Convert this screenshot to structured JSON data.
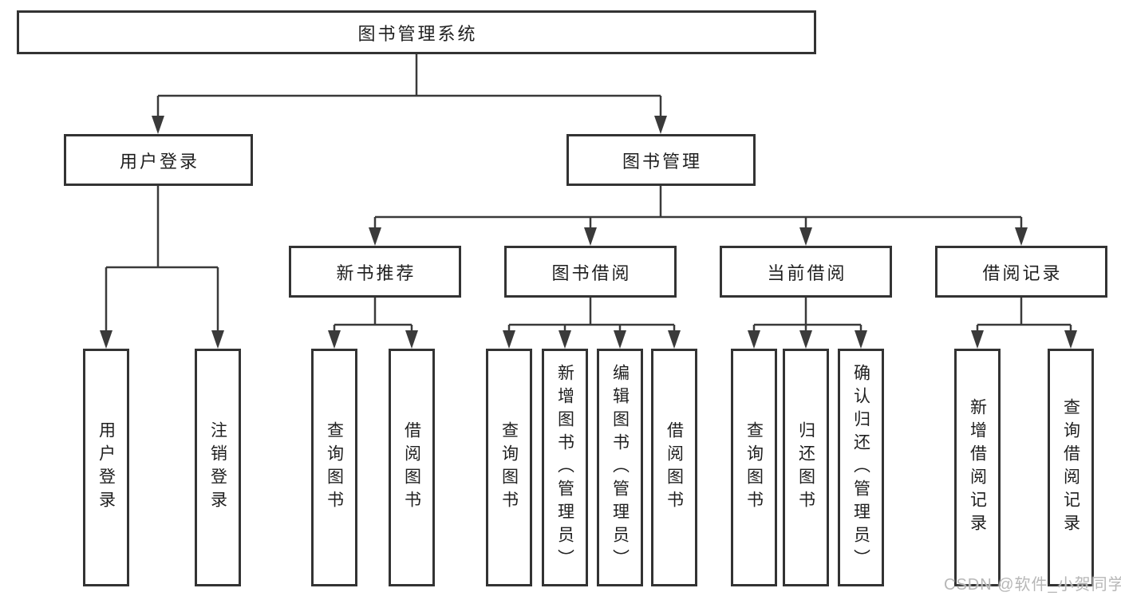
{
  "tree": {
    "root": {
      "label": "图书管理系统",
      "children": [
        {
          "label": "用户登录",
          "children": [
            {
              "label": "用户登录"
            },
            {
              "label": "注销登录"
            }
          ]
        },
        {
          "label": "图书管理",
          "children": [
            {
              "label": "新书推荐",
              "children": [
                {
                  "label": "查询图书"
                },
                {
                  "label": "借阅图书"
                }
              ]
            },
            {
              "label": "图书借阅",
              "children": [
                {
                  "label": "查询图书"
                },
                {
                  "label": "新增图书（管理员）"
                },
                {
                  "label": "编辑图书（管理员）"
                },
                {
                  "label": "借阅图书"
                }
              ]
            },
            {
              "label": "当前借阅",
              "children": [
                {
                  "label": "查询图书"
                },
                {
                  "label": "归还图书"
                },
                {
                  "label": "确认归还（管理员）"
                }
              ]
            },
            {
              "label": "借阅记录",
              "children": [
                {
                  "label": "新增借阅记录"
                },
                {
                  "label": "查询借阅记录"
                }
              ]
            }
          ]
        }
      ]
    }
  },
  "watermark": {
    "text": "CSDN @软件_小贺同学"
  },
  "colors": {
    "line": "#3a3a3a",
    "border": "#333333",
    "text": "#1f1f1f",
    "watermark": "#b7b7b7"
  }
}
